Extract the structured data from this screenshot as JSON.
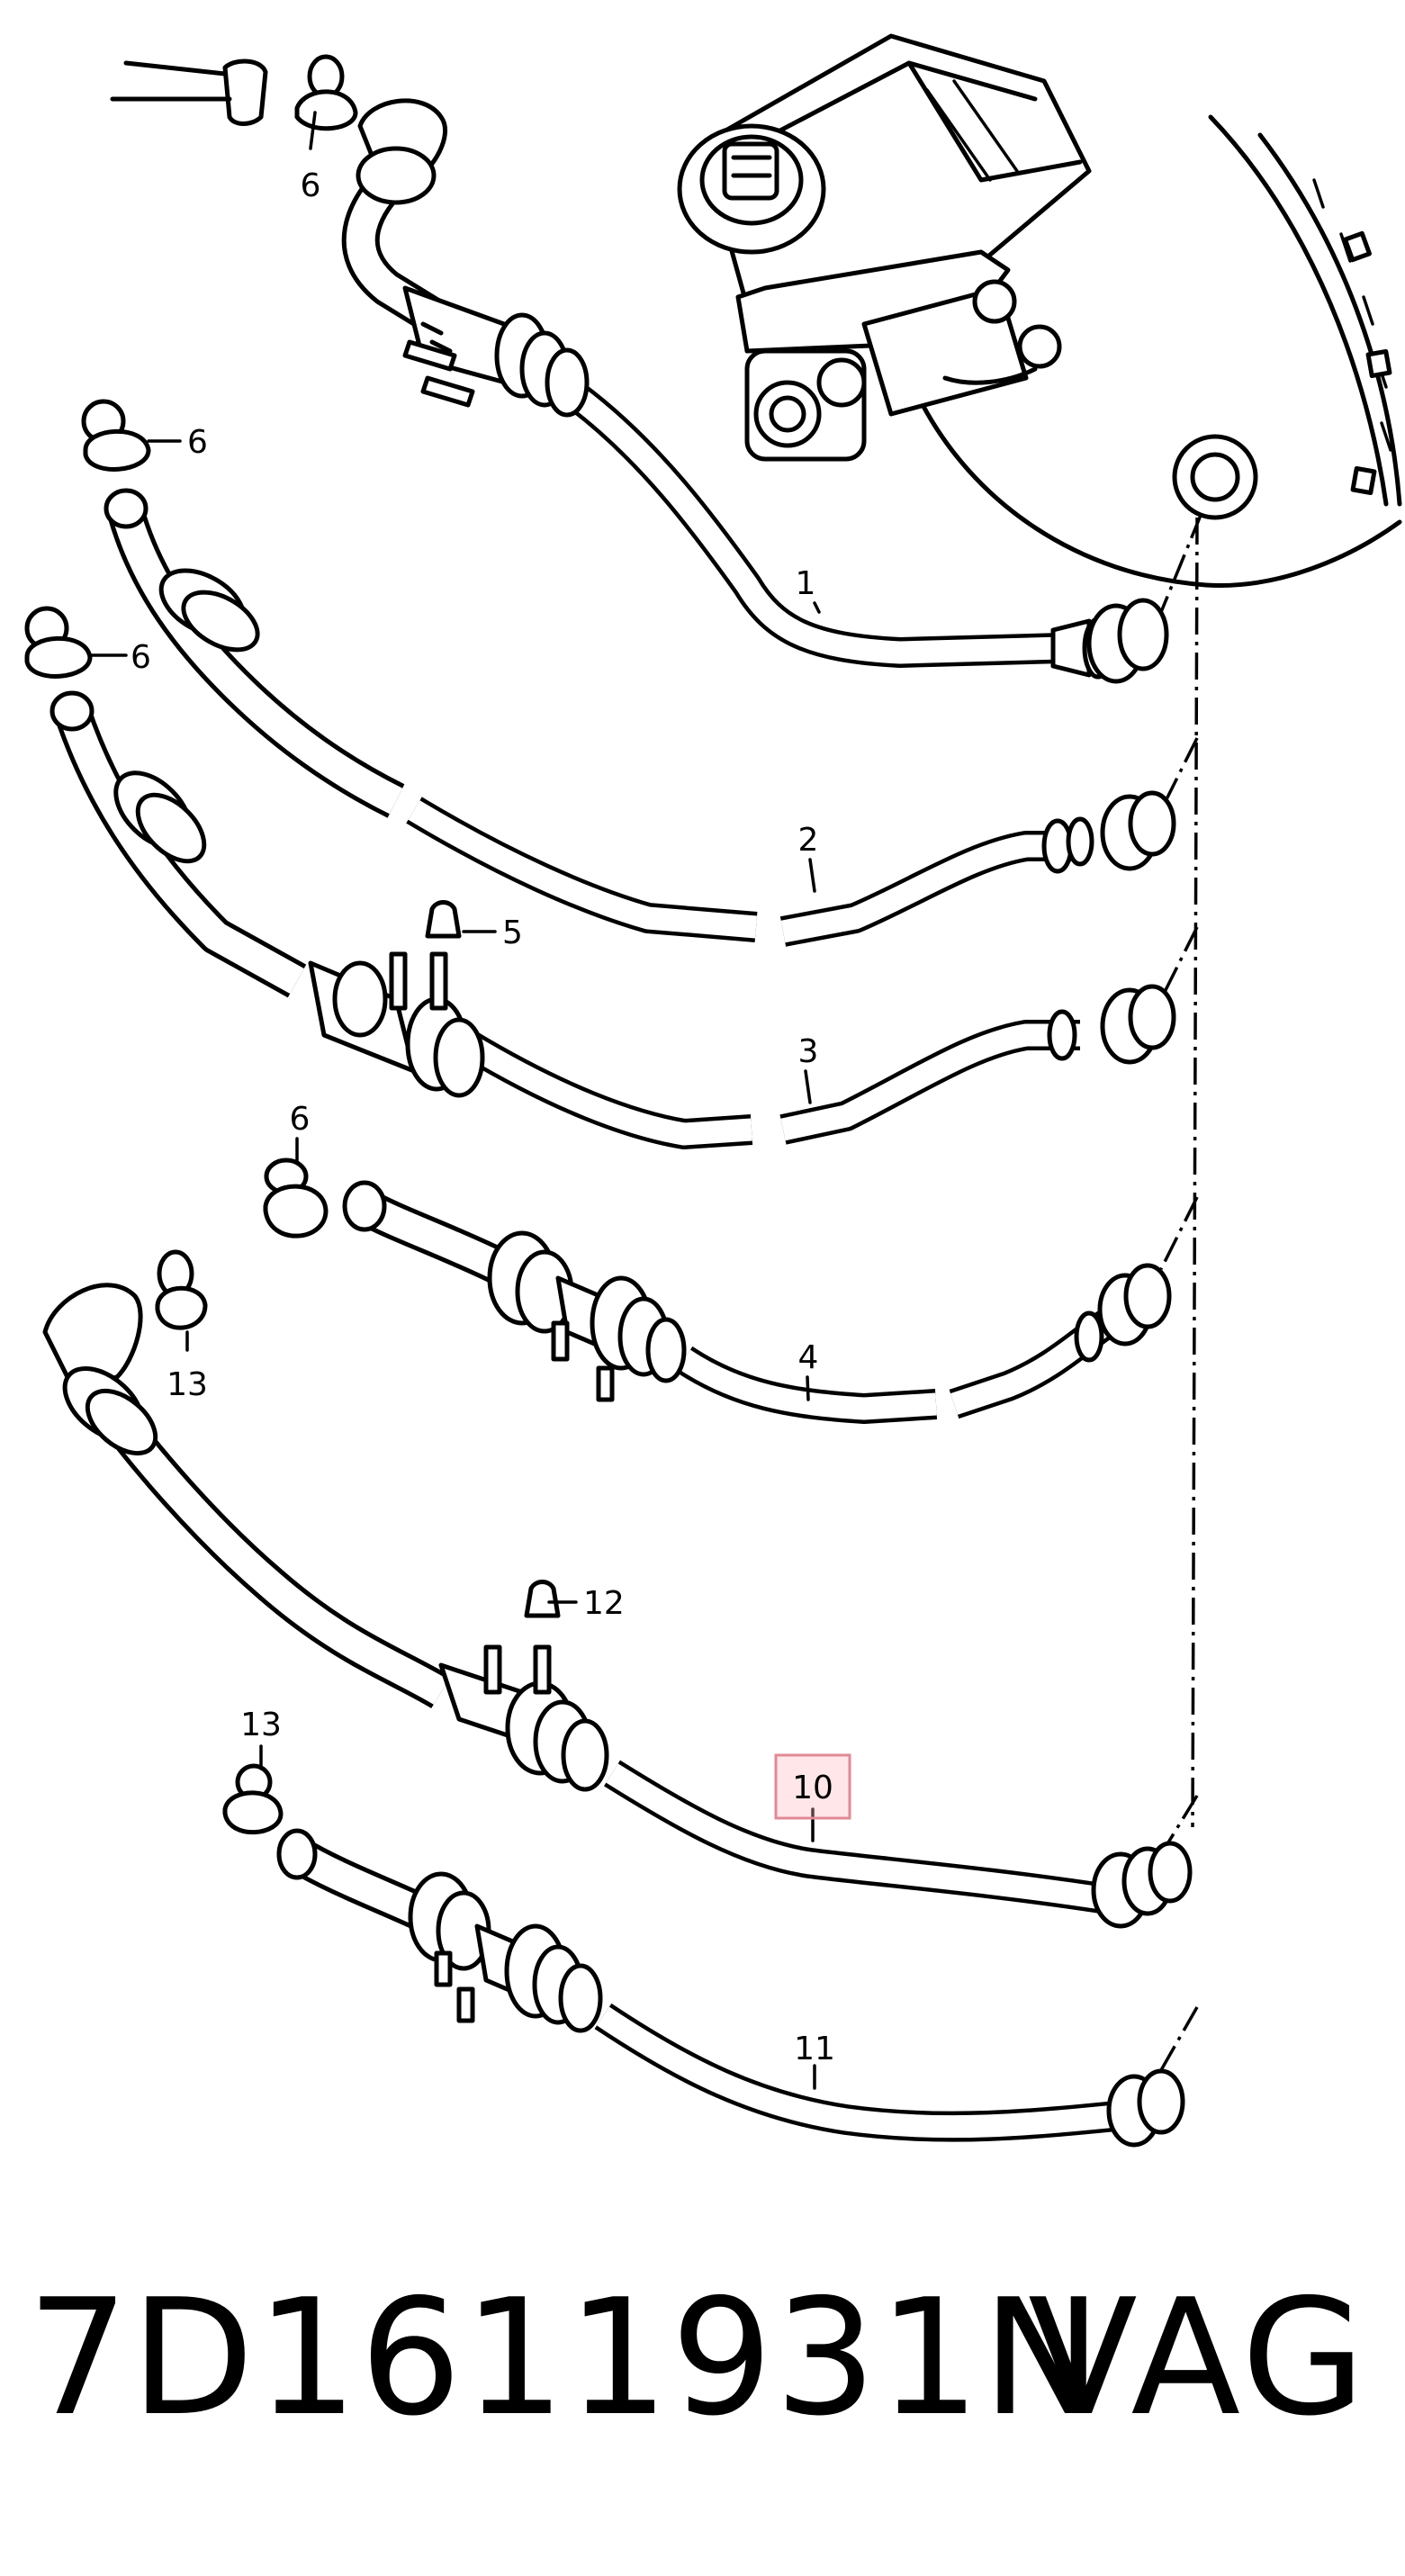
{
  "diagram": {
    "callouts": [
      {
        "id": "c1",
        "label": "1"
      },
      {
        "id": "c2",
        "label": "2"
      },
      {
        "id": "c3",
        "label": "3"
      },
      {
        "id": "c4",
        "label": "4"
      },
      {
        "id": "c5",
        "label": "5"
      },
      {
        "id": "c6a",
        "label": "6"
      },
      {
        "id": "c6b",
        "label": "6"
      },
      {
        "id": "c6c",
        "label": "6"
      },
      {
        "id": "c6d",
        "label": "6"
      },
      {
        "id": "c10",
        "label": "10"
      },
      {
        "id": "c11",
        "label": "11"
      },
      {
        "id": "c12",
        "label": "12"
      },
      {
        "id": "c13a",
        "label": "13"
      },
      {
        "id": "c13b",
        "label": "13"
      }
    ],
    "highlighted_callout": "10",
    "highlight_color": "#e08a95"
  },
  "footer": {
    "part_number": "7D1611931N",
    "brand": "VAG"
  }
}
